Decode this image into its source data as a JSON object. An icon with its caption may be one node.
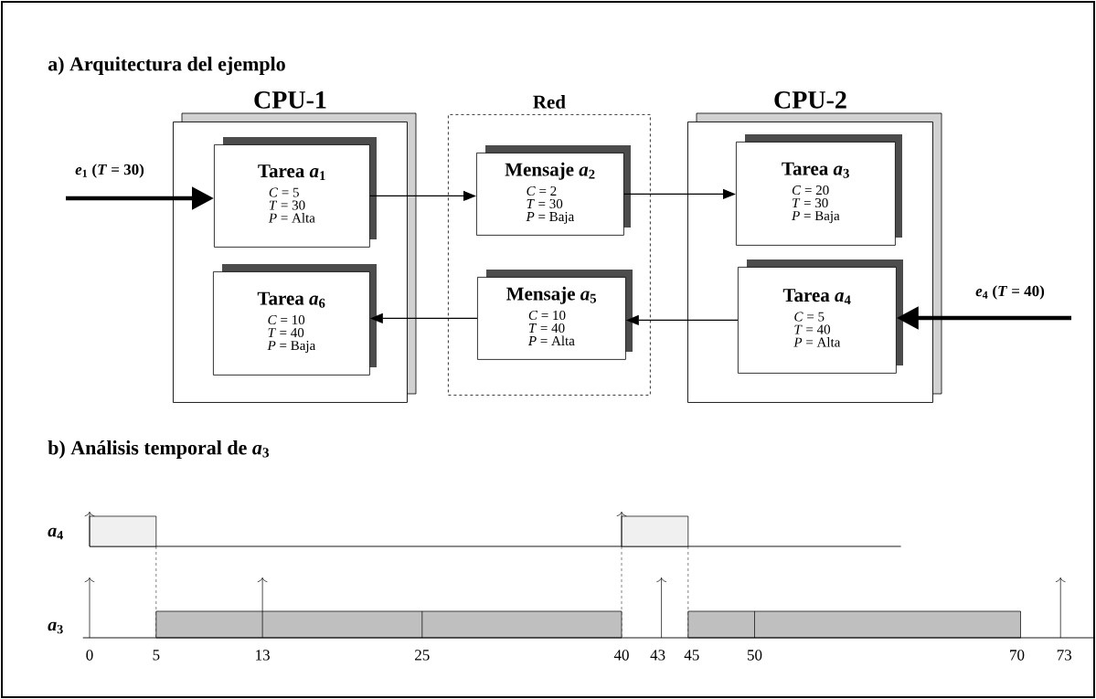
{
  "diagram": {
    "title": "a) Arquitectura del ejemplo",
    "nodes": [
      {
        "text": [
          "CPU-1"
        ]
      },
      {
        "text": [
          "Red"
        ]
      },
      {
        "text": [
          "CPU-2"
        ]
      },
      {
        "text": [
          "Tarea *a*$_{1}$",
          "*C* = 5",
          "*T* = 30",
          "*P* = Alta"
        ],
        "in": 0
      },
      {
        "text": [
          "Mensaje *a*$_{2}$",
          "*C* = 2",
          "*T* = 30",
          "*P* = Baja"
        ],
        "in": 1
      },
      {
        "text": [
          "Tarea *a*$_{3}$",
          "*C* = 20",
          "*T* = 30",
          "*P* = Baja"
        ],
        "in": 2
      },
      {
        "text": [
          "Tarea *a*$_{6}$",
          "*C* = 10",
          "*T* = 40",
          "*P* = Baja"
        ],
        "in": 0
      },
      {
        "text": [
          "Mensaje *a*$_{5}$",
          "*C* = 10",
          "*T* = 40",
          "*P* = Alta"
        ],
        "in": 1
      },
      {
        "text": [
          "Tarea *a*$_{4}$",
          "*C* = 5",
          "*T* = 40",
          "*P* = Alta"
        ],
        "in": 2
      }
    ],
    "edges": [
      {
        "from": null,
        "to": 3,
        "arrow": "to",
        "style": "thick",
        "label": "*e*$_{1}$ (*T* = 30)"
      },
      {
        "from": 3,
        "to": 4,
        "arrow": "to"
      },
      {
        "from": 4,
        "to": 5,
        "arrow": "to"
      },
      {
        "from": 8,
        "to": 7,
        "arrow": "to"
      },
      {
        "from": 7,
        "to": 6,
        "arrow": "to"
      },
      {
        "from": null,
        "to": 8,
        "arrow": "to",
        "style": "thick",
        "label": "*e*$_{4}$ (*T* = 40)"
      }
    ],
    "labels": [
      "b) Análisis temporal de *a*$_{3}$",
      "*a*$_{4}$",
      "*a*$_{3}$",
      "0",
      "5",
      "13",
      "25",
      "40",
      "43",
      "45",
      "50",
      "70",
      "73"
    ]
  }
}
